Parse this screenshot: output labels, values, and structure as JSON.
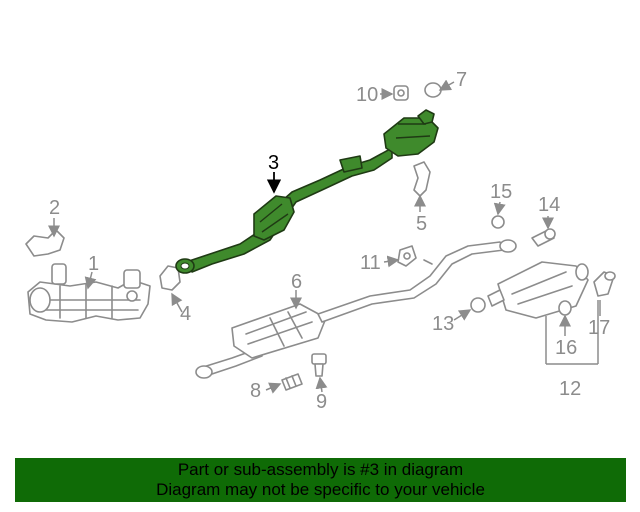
{
  "callouts": {
    "c1": "1",
    "c2": "2",
    "c3": "3",
    "c4": "4",
    "c5": "5",
    "c6": "6",
    "c7": "7",
    "c8": "8",
    "c9": "9",
    "c10": "10",
    "c11": "11",
    "c12": "12",
    "c13": "13",
    "c14": "14",
    "c15": "15",
    "c16": "16",
    "c17": "17"
  },
  "highlighted_callout": "3",
  "colors": {
    "highlight_part": "#3f8a2c",
    "banner_background": "#0f6b06",
    "other_parts": "#8c8c8c"
  },
  "banner": {
    "line1": "Part or sub-assembly is #3 in diagram",
    "line2": "Diagram may not be specific to your vehicle"
  }
}
